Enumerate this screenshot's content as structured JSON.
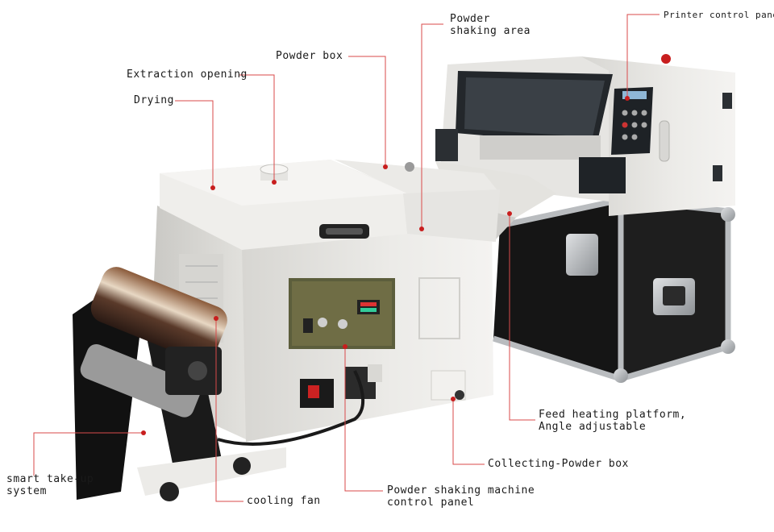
{
  "callouts": {
    "printer_control_panel": "Printer control panel",
    "powder_shaking_area": [
      "Powder",
      "shaking area"
    ],
    "powder_box": "Powder box",
    "extraction_opening": "Extraction opening",
    "drying": "Drying",
    "feed_heating_platform": [
      "Feed heating platform,",
      "Angle adjustable"
    ],
    "collecting_powder_box": "Collecting-Powder box",
    "powder_shaking_control_panel": [
      "Powder shaking machine",
      "control panel"
    ],
    "cooling_fan": "cooling fan",
    "smart_take_up": [
      "smart take-up",
      "system"
    ]
  },
  "colors": {
    "leader_line": "#d94a4a",
    "leader_dot": "#c81e1e",
    "machine_body": "#e9e8e5",
    "flight_case": "#151515",
    "aluminum_trim": "#b9bcbf"
  }
}
